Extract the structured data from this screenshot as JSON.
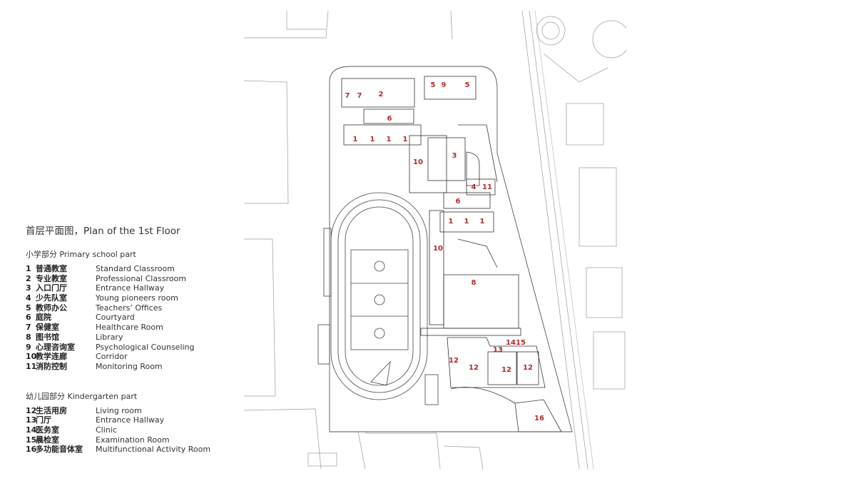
{
  "legend": {
    "title": "首层平面图，Plan of the 1st Floor",
    "primary": {
      "title": "小学部分  Primary school part",
      "items": [
        {
          "num": "1",
          "cn": "普通教室",
          "en": "Standard Classroom"
        },
        {
          "num": "2",
          "cn": "专业教室",
          "en": "Professional Classroom"
        },
        {
          "num": "3",
          "cn": "入口门厅",
          "en": "Entrance Hallway"
        },
        {
          "num": "4",
          "cn": "少先队室",
          "en": "Young pioneers room"
        },
        {
          "num": "5",
          "cn": "教师办公",
          "en": "Teachers’  Offices"
        },
        {
          "num": "6",
          "cn": "庭院",
          "en": "Courtyard"
        },
        {
          "num": "7",
          "cn": "保健室",
          "en": "Healthcare Room"
        },
        {
          "num": "8",
          "cn": "图书馆",
          "en": "Library"
        },
        {
          "num": "9",
          "cn": "心理咨询室",
          "en": "Psychological Counseling"
        },
        {
          "num": "10",
          "cn": "教学连廊",
          "en": "Corridor"
        },
        {
          "num": "11",
          "cn": "消防控制",
          "en": "Monitoring Room"
        }
      ]
    },
    "kindergarten": {
      "title": "幼儿园部分  Kindergarten part",
      "items": [
        {
          "num": "12",
          "cn": "生活用房",
          "en": "Living room"
        },
        {
          "num": "13",
          "cn": "门厅",
          "en": "Entrance Hallway"
        },
        {
          "num": "14",
          "cn": "医务室",
          "en": "Clinic"
        },
        {
          "num": "15",
          "cn": "晨检室",
          "en": "Examination Room"
        },
        {
          "num": "16",
          "cn": "多功能音体室",
          "en": "Multifunctional Activity Room"
        }
      ]
    }
  },
  "plan": {
    "room_labels": [
      "7",
      "7",
      "2",
      "5",
      "9",
      "5",
      "6",
      "1",
      "1",
      "1",
      "1",
      "3",
      "10",
      "4",
      "11",
      "6",
      "1",
      "1",
      "1",
      "10",
      "8",
      "14",
      "15",
      "13",
      "12",
      "12",
      "12",
      "12",
      "16"
    ],
    "label_color": "#b52a2a"
  }
}
